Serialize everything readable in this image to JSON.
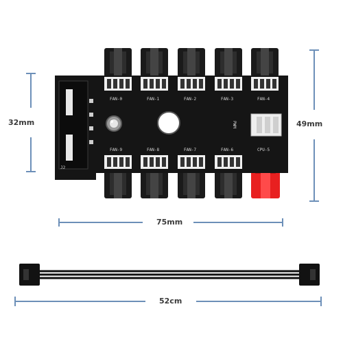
{
  "dimensions": {
    "height_board": "32mm",
    "height_total": "49mm",
    "width_board": "75mm",
    "cable_length": "52cm"
  },
  "board": {
    "top_ports": [
      "FAN-0",
      "FAN-1",
      "FAN-2",
      "FAN-3",
      "FAN-4"
    ],
    "bottom_ports": [
      "FAN-9",
      "FAN-8",
      "FAN-7",
      "FAN-6",
      "CPU-5"
    ],
    "pwm_label": "PWM",
    "j2_label": "J2"
  },
  "colors": {
    "dimension_line": "#6c8fb8",
    "board": "#151515",
    "cpu_connector": "#e82020"
  }
}
